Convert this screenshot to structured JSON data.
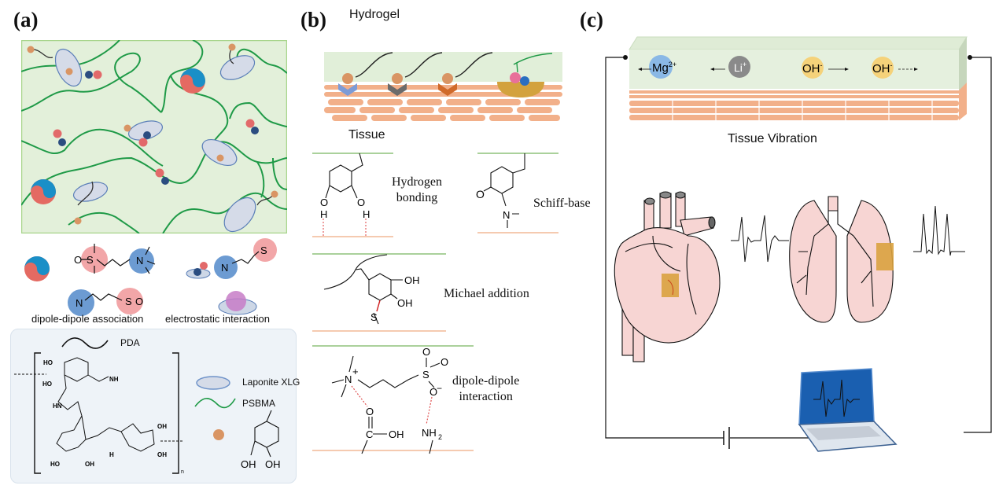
{
  "figure": {
    "panels": [
      {
        "id": "a",
        "label": "(a)"
      },
      {
        "id": "b",
        "label": "(b)"
      },
      {
        "id": "c",
        "label": "(c)"
      }
    ]
  },
  "panel_a": {
    "interactions": {
      "dipole": "dipole-dipole association",
      "electrostatic": "electrostatic interaction"
    },
    "chem_labels": {
      "O": "O",
      "S": "S",
      "N": "N",
      "plus": "+",
      "minus": "−",
      "OH": "OH",
      "HO": "HO",
      "NH2": "NH",
      "NH2_sub": "2",
      "HN": "HN",
      "H": "H",
      "n": "n"
    },
    "legend": [
      {
        "name": "PDA",
        "symbol": "black-curve"
      },
      {
        "name": "Laponite XLG",
        "symbol": "blue-disc"
      },
      {
        "name": "PSBMA",
        "symbol": "green-curve"
      },
      {
        "name": "",
        "symbol": "orange-dot-catechol"
      }
    ],
    "colors": {
      "network_bg": "#e3f0da",
      "network_border": "#a8d58c",
      "psbma": "#1f9a47",
      "pda": "#333333",
      "laponite": "#d5dbe8",
      "catechol_dot": "#d99564",
      "sulfonate": "#f2a6a8",
      "ammonium": "#6c9bd2",
      "legend_bg": "#eef3f8"
    }
  },
  "panel_b": {
    "hydrogel_label": "Hydrogel",
    "tissue_label": "Tissue",
    "mechanisms": [
      {
        "name": "Hydrogen bonding",
        "line1": "Hydrogen",
        "line2": "bonding"
      },
      {
        "name": "Schiff-base",
        "line1": "Schiff-base"
      },
      {
        "name": "Michael addition",
        "line1": "Michael addition"
      },
      {
        "name": "dipole-dipole interaction",
        "line1": "dipole-dipole",
        "line2": "interaction"
      }
    ],
    "chem_labels": {
      "O": "O",
      "H": "H",
      "N": "N",
      "S": "S",
      "OH": "OH",
      "C": "C",
      "NH2": "NH",
      "sub2": "2",
      "plus": "+",
      "minus": "−"
    },
    "colors": {
      "gel_line": "#8ec27a",
      "tissue_line": "#f2b896",
      "hbond": "#e05050"
    }
  },
  "panel_c": {
    "ions": [
      {
        "label": "Mg",
        "sup": "2+",
        "direction": "left",
        "color": "#8ab8e6"
      },
      {
        "label": "Li",
        "sup": "+",
        "direction": "left",
        "color": "#8a8a8a"
      },
      {
        "label": "OH",
        "sup": "-",
        "direction": "right",
        "color": "#f5d27a"
      },
      {
        "label": "OH",
        "sup": "-",
        "direction": "right",
        "color": "#f5d27a"
      }
    ],
    "caption": "Tissue Vibration",
    "organs": [
      "heart",
      "lungs"
    ],
    "colors": {
      "gel": "#e5f0de",
      "tissue": "#f2b08a",
      "organ": "#f7d5d3",
      "sensor": "#d9a23f",
      "screen": "#1a5fb0"
    }
  }
}
